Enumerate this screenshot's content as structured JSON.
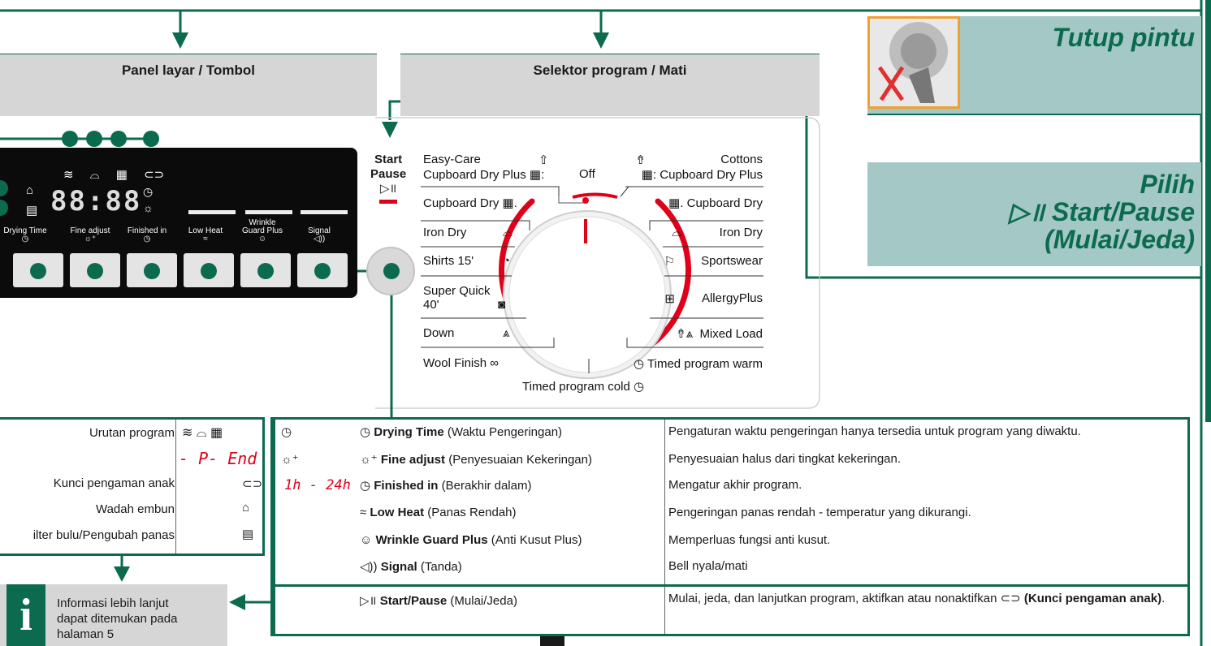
{
  "headers": {
    "panel": "Panel layar / Tombol",
    "selector": "Selektor program / Mati"
  },
  "right_boxes": {
    "close_door": "Tutup pintu",
    "select_line1": "Pilih",
    "select_line2": "Start/Pause",
    "select_line3": "(Mulai/Jeda)"
  },
  "display": {
    "digits": "88:88",
    "buttons": [
      {
        "label": "Drying Time",
        "icon": "clock-icon"
      },
      {
        "label": "Fine adjust",
        "icon": "sun-plus-icon"
      },
      {
        "label": "Finished in",
        "icon": "clock-icon"
      },
      {
        "label": "Low Heat",
        "icon": "feather-icon"
      },
      {
        "label": "Wrinkle Guard Plus",
        "icon": "wrinkle-icon"
      },
      {
        "label": "Signal",
        "icon": "speaker-icon"
      }
    ]
  },
  "start_pause": {
    "line1": "Start",
    "line2": "Pause"
  },
  "programs": {
    "off": "Off",
    "left": [
      "Easy-Care",
      "Cupboard Dry Plus",
      "Cupboard Dry",
      "Iron Dry",
      "Shirts 15'",
      "Super Quick",
      "40'",
      "Down",
      "Wool Finish"
    ],
    "right": [
      "Cottons",
      "Cupboard Dry Plus",
      "Cupboard Dry",
      "Iron Dry",
      "Sportswear",
      "AllergyPlus",
      "Mixed Load",
      "Timed program warm"
    ],
    "bottom": "Timed program cold"
  },
  "legend": [
    {
      "label": "Urutan program",
      "symbol": "≋ ⌓ ▦"
    },
    {
      "label": "",
      "symbol": "- P- End"
    },
    {
      "label": "Kunci pengaman anak",
      "symbol": "⊂⊃"
    },
    {
      "label": "Wadah embun",
      "symbol": "⌂"
    },
    {
      "label": "ilter bulu/Pengubah panas",
      "symbol": "▤"
    }
  ],
  "functions": [
    {
      "symbol": "◷",
      "name": "Drying Time",
      "desc": "(Waktu Pengeringan)",
      "info": "Pengaturan waktu pengeringan hanya tersedia untuk program yang diwaktu."
    },
    {
      "symbol": "☼⁺",
      "name": "Fine adjust",
      "desc": "(Penyesuaian Kekeringan)",
      "info": "Penyesuaian halus dari tingkat kekeringan."
    },
    {
      "symbol": "1h - 24h",
      "name": "Finished in",
      "desc": "(Berakhir dalam)",
      "info": "Mengatur akhir program."
    },
    {
      "symbol": "",
      "name": "Low Heat",
      "desc": "(Panas Rendah)",
      "info": "Pengeringan panas rendah - temperatur yang dikurangi."
    },
    {
      "symbol": "",
      "name": "Wrinkle Guard Plus",
      "desc": "(Anti Kusut Plus)",
      "info": "Memperluas fungsi anti kusut."
    },
    {
      "symbol": "",
      "name": "Signal",
      "desc": "(Tanda)",
      "info": "Bell nyala/mati"
    }
  ],
  "start_row": {
    "name": "Start/Pause",
    "desc": "(Mulai/Jeda)",
    "info_a": "Mulai, jeda, dan lanjutkan program, aktifkan atau nonaktifkan",
    "info_b": "(Kunci pengaman anak)",
    "info_c": "."
  },
  "info_box": {
    "line1": "Informasi lebih lanjut",
    "line2": "dapat ditemukan pada",
    "line3": "halaman 5"
  }
}
